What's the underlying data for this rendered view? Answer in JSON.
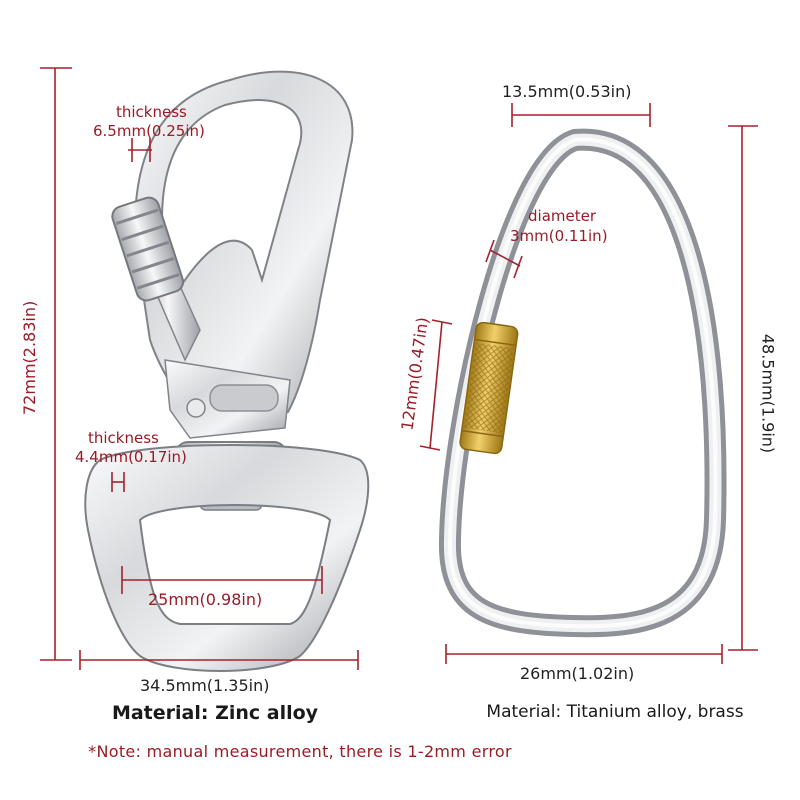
{
  "colors": {
    "dimension_line": "#a5222c",
    "label_text": "#9b1b25",
    "metal_light": "#f4f4f5",
    "metal_dark": "#8b8e94",
    "brass": "#d2a534"
  },
  "left_item": {
    "height_label": "72mm(2.83in)",
    "gate_thickness_word": "thickness",
    "gate_thickness_value": "6.5mm(0.25in)",
    "ring_thickness_word": "thickness",
    "ring_thickness_value": "4.4mm(0.17in)",
    "inner_width_label": "25mm(0.98in)",
    "outer_width_label": "34.5mm(1.35in)",
    "material": "Material: Zinc alloy"
  },
  "right_item": {
    "top_width_label": "13.5mm(0.53in)",
    "diameter_word": "diameter",
    "diameter_value": "3mm(0.11in)",
    "sleeve_label": "12mm(0.47in)",
    "height_label": "48.5mm(1.9in)",
    "bottom_width_label": "26mm(1.02in)",
    "material": "Material: Titanium alloy, brass"
  },
  "note": "*Note: manual measurement, there is 1-2mm error"
}
